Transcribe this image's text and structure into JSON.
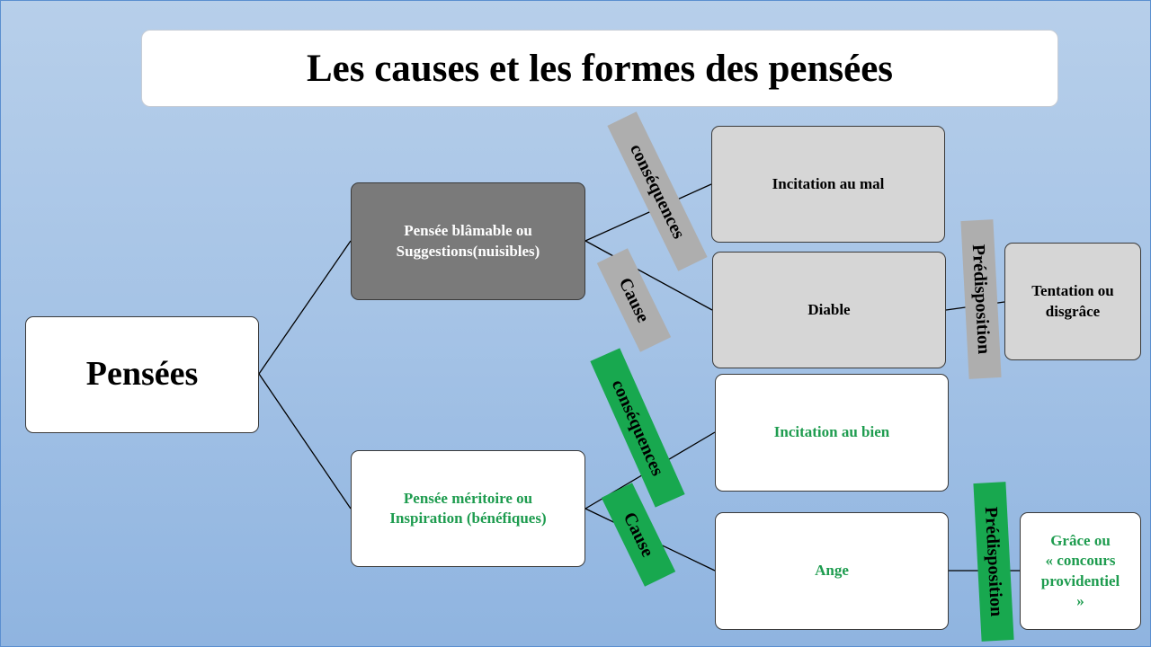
{
  "title": "Les causes et les formes des pensées",
  "root": "Pensées",
  "blamable": {
    "line1": "Pensée blâmable  ou",
    "line2": "Suggestions(nuisibles)"
  },
  "meritoire": {
    "line1": "Pensée méritoire  ou",
    "line2": "Inspiration  (bénéfiques)"
  },
  "incitation_mal": "Incitation  au mal",
  "diable": "Diable",
  "tentation": {
    "line1": "Tentation  ou",
    "line2": "disgrâce"
  },
  "incitation_bien": "Incitation  au bien",
  "ange": "Ange",
  "grace": {
    "line1": "Grâce ou",
    "line2": "« concours",
    "line3": "providentiel",
    "line4": "»"
  },
  "tags": {
    "consequences_top": "conséquences",
    "cause_top": "Cause",
    "predisposition_top": "Prédisposition",
    "consequences_bottom": "conséquences",
    "cause_bottom": "Cause",
    "predisposition_bottom": "Prédisposition"
  },
  "colors": {
    "background": "#a5c3e6",
    "grey_tag": "#aeaeae",
    "green_tag": "#18a84f",
    "green_text": "#1e9c4f",
    "dark_box": "#7a7a7a",
    "light_box": "#d6d6d6"
  }
}
